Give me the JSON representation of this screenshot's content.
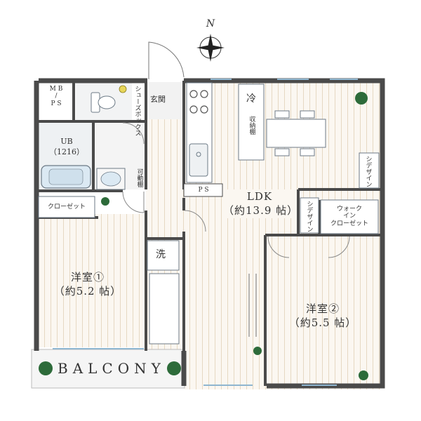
{
  "compass": {
    "north_label": "N"
  },
  "rooms": {
    "mb_ps": [
      "M B",
      "/",
      "P S"
    ],
    "shoe_box": "シューズボックス",
    "entrance": "玄関",
    "ub": [
      "UB",
      "（1216）"
    ],
    "movable_shelf": "可動棚",
    "ps_small": "P S",
    "closet": "クローゼット",
    "laundry": "洗",
    "fridge": "冷",
    "storage": "収納棚",
    "design_1": "シデザイン",
    "design_2": "シデザイン",
    "walk_in_closet": [
      "ウォーク",
      "イン",
      "クローゼット"
    ],
    "ldk": {
      "name": "LDK",
      "area": "（約13.9 帖）"
    },
    "western1": {
      "name": "洋室①",
      "area": "（約5.2 帖）"
    },
    "western2": {
      "name": "洋室②",
      "area": "（約5.5 帖）"
    },
    "balcony": "BALCONY"
  },
  "colors": {
    "wall": "#4a4a4a",
    "floor_line": "#e9dcc8",
    "floor_bg": "#fbf7f1",
    "wet_bg": "#f0f2f3",
    "fixture_blue": "#dbe9f3",
    "fixture_stroke": "#6c7a86",
    "plant": "#2d6b3a",
    "balcony_bg": "#f5f5f5"
  }
}
